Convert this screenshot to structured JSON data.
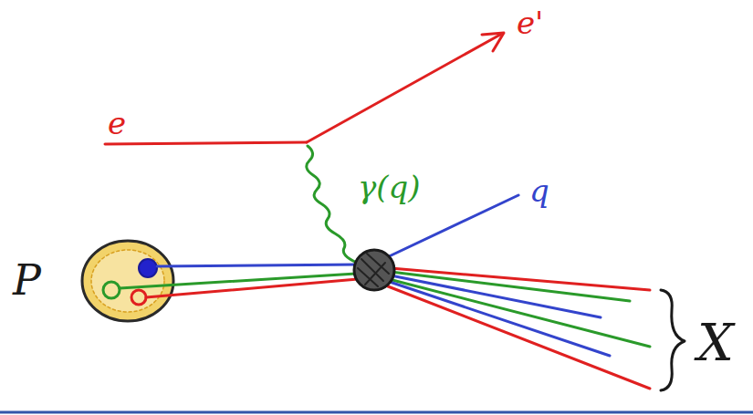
{
  "diagram": {
    "labels": [
      "e",
      "e'",
      "γ(q)",
      "q",
      "P",
      "X"
    ]
  }
}
